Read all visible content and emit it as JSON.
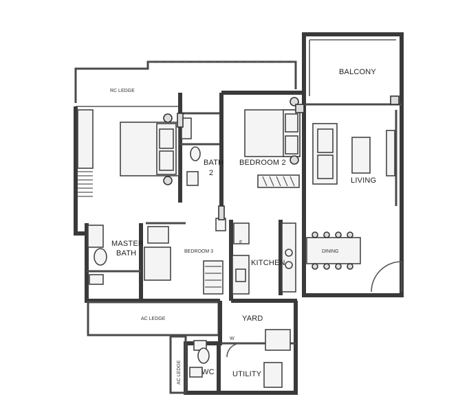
{
  "rooms": {
    "balcony": "BALCONY",
    "rc_ledge_top": "RC LEDGE",
    "bath2_line1": "BATH",
    "bath2_line2": "2",
    "bedroom2": "BEDROOM 2",
    "living": "LIVING",
    "master_bath_line1": "MASTER",
    "master_bath_line2": "BATH",
    "bedroom3": "BEDROOM 3",
    "kitchen": "KITCHEN",
    "dining": "DINING",
    "ac_ledge_bottom": "AC LEDGE",
    "yard": "YARD",
    "ac_ledge_side": "AC LEDGE",
    "wc": "WC",
    "utility": "UTILITY",
    "fridge_mark": "F",
    "washer_mark": "W"
  }
}
